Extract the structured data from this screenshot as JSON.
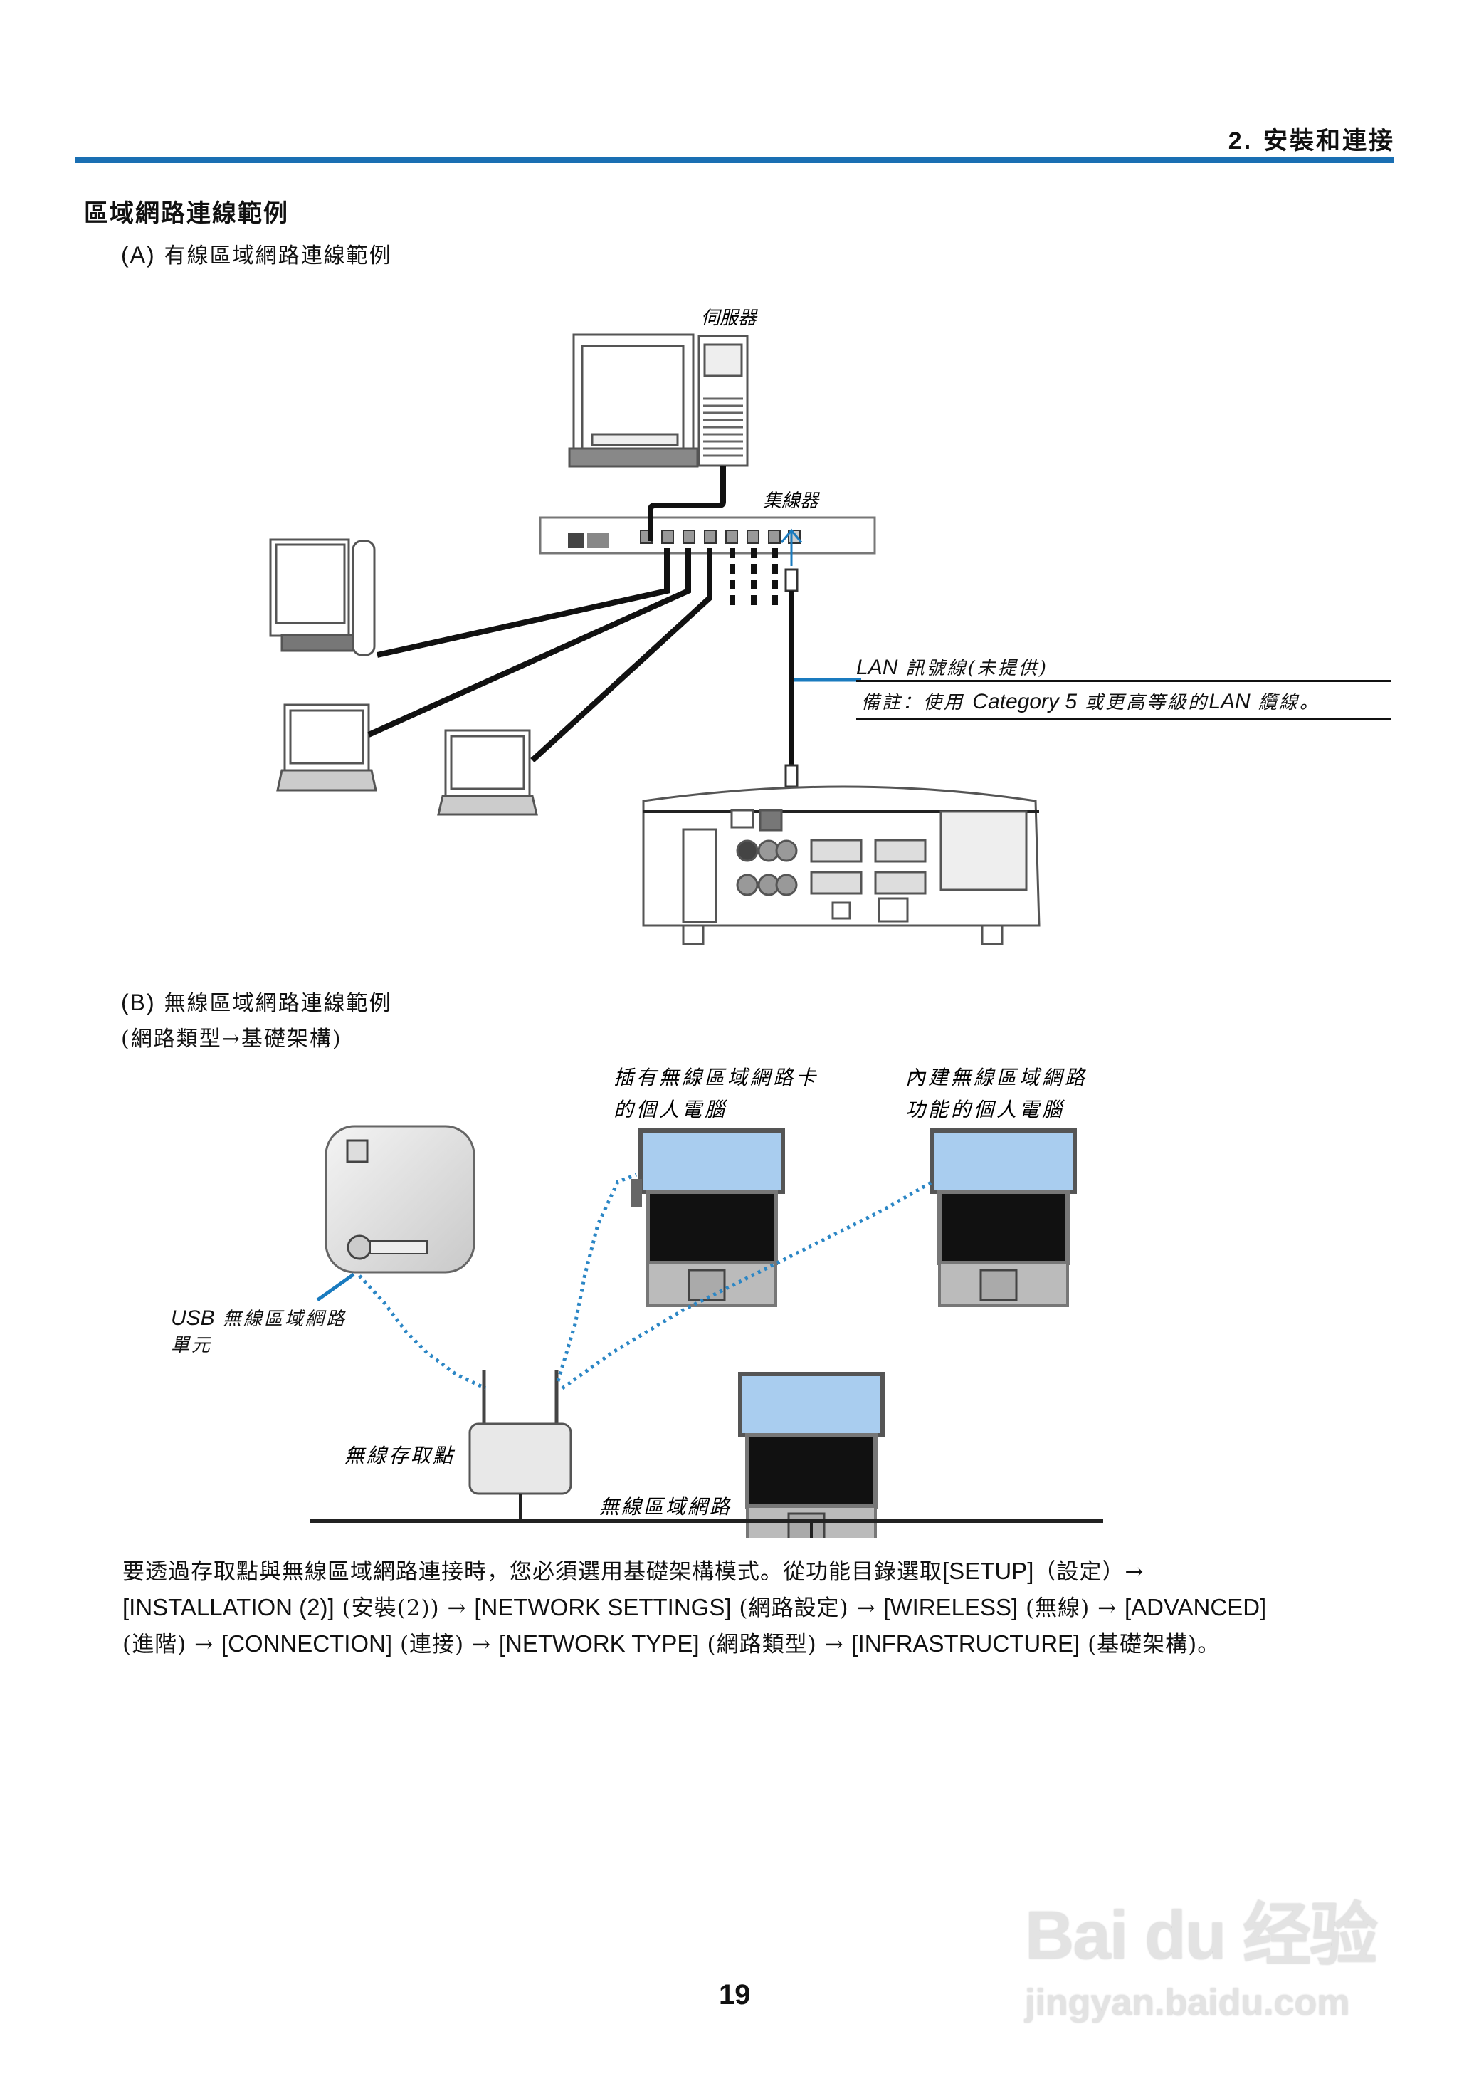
{
  "header": {
    "chapter_number": "2.",
    "chapter_title": "安裝和連接",
    "accent_color": "#1a6fb3"
  },
  "section": {
    "title": "區域網路連線範例"
  },
  "wired": {
    "label_prefix": "(A)",
    "label": "有線區域網路連線範例",
    "labels": {
      "server": "伺服器",
      "hub": "集線器",
      "lan_cable_latin": "LAN",
      "lan_cable": "訊號線(未提供)",
      "note_prefix": "備註：使用",
      "note_latin1": "Category 5",
      "note_mid": "或更高等級的",
      "note_latin2": "LAN",
      "note_suffix": "纜線。"
    },
    "cable_color": "#1a1a1a",
    "arrow_color": "#1a7bbf"
  },
  "wireless": {
    "label_prefix": "(B)",
    "label": "無線區域網路連線範例",
    "sublabel": "(網路類型→基礎架構)",
    "labels": {
      "pc_with_card_line1": "插有無線區域網路卡",
      "pc_with_card_line2": "的個人電腦",
      "pc_builtin_line1": "內建無線區域網路",
      "pc_builtin_line2": "功能的個人電腦",
      "usb_unit_latin": "USB",
      "usb_unit_line1": "無線區域網路",
      "usb_unit_line2": "單元",
      "access_point": "無線存取點",
      "wireless_lan": "無線區域網路"
    },
    "signal_color": "#2b86c5",
    "screen_color": "#a9cdef"
  },
  "instructions": {
    "line1_cjk": "要透過存取點與無線區域網路連接時，您必須選用基礎架構模式。從功能目錄選取",
    "line1_menu": "[SETUP]",
    "line1_tail": "（設定）→",
    "line2_menu1": "[INSTALLATION (2)]",
    "line2_cjk1": "(安裝(2))",
    "line2_arrow1": "→",
    "line2_menu2": "[NETWORK SETTINGS]",
    "line2_cjk2": "(網路設定)",
    "line2_arrow2": "→",
    "line2_menu3": "[WIRELESS]",
    "line2_cjk3": "(無線)",
    "line2_arrow3": "→",
    "line2_menu4": "[ADVANCED]",
    "line3_cjk1": "(進階)",
    "line3_arrow1": "→",
    "line3_menu1": "[CONNECTION]",
    "line3_cjk2": "(連接)",
    "line3_arrow2": "→",
    "line3_menu2": "[NETWORK TYPE]",
    "line3_cjk3": "(網路類型)",
    "line3_arrow3": "→",
    "line3_menu3": "[INFRASTRUCTURE]",
    "line3_cjk4": "(基礎架構)。"
  },
  "footer": {
    "page_number": "19",
    "watermark_top": "Bai du 经验",
    "watermark_bottom": "jingyan.baidu.com"
  }
}
